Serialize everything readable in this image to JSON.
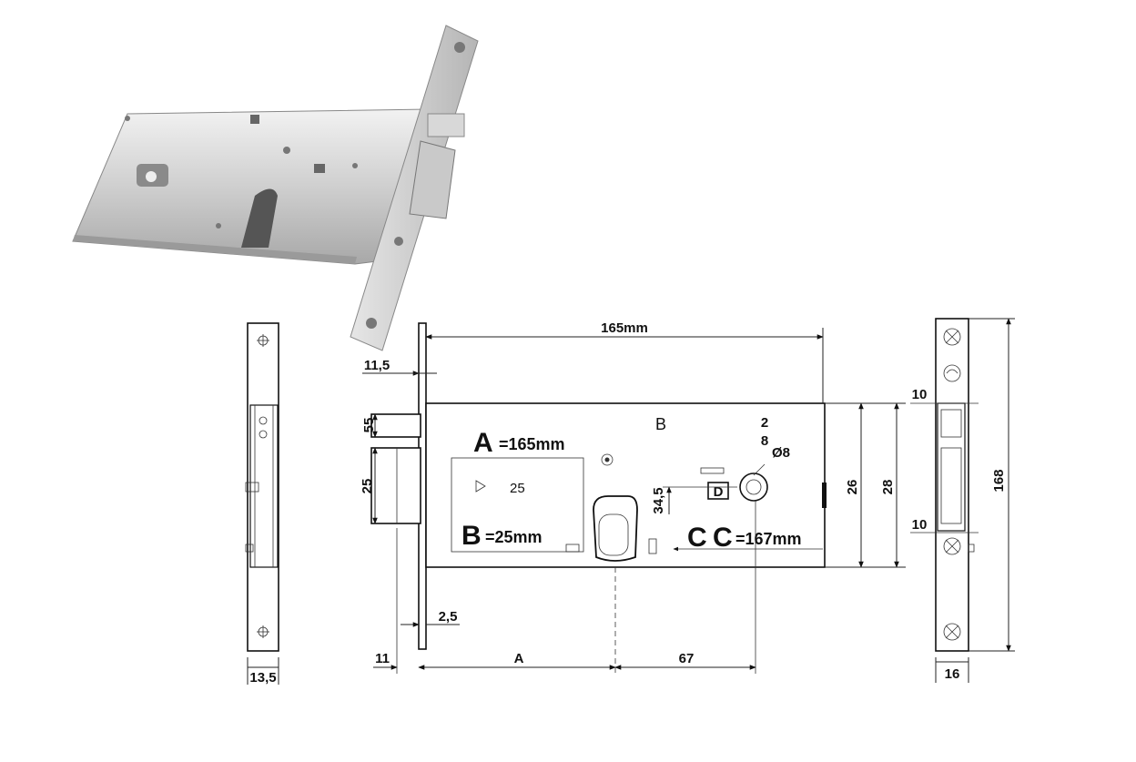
{
  "diagram": {
    "product_photo": "mortise lock body (stainless)",
    "side_view": {
      "width_label": "13,5"
    },
    "front_view": {
      "overall_length": "165mm",
      "faceplate_offset": "11,5",
      "dim_55": "55",
      "dim_25": "25",
      "label_A": "A",
      "text_A": "=165mm",
      "label_B_top": "B",
      "label_B": "B",
      "text_B": "=25mm",
      "label_C1": "C",
      "label_C2": "C",
      "text_C": "=167mm",
      "latch_25": "25",
      "dim_34_5": "34,5",
      "d_box": "D",
      "dim_2": "2",
      "dim_8": "8",
      "dim_dia8": "Ø8",
      "height_26": "26",
      "height_28": "28",
      "plate_thickness": "2,5",
      "bottom_11": "11",
      "bottom_A": "A",
      "bottom_67": "67"
    },
    "faceplate_view": {
      "dim_10_top": "10",
      "dim_10_bottom": "10",
      "length_168": "168",
      "width_16": "16"
    }
  }
}
